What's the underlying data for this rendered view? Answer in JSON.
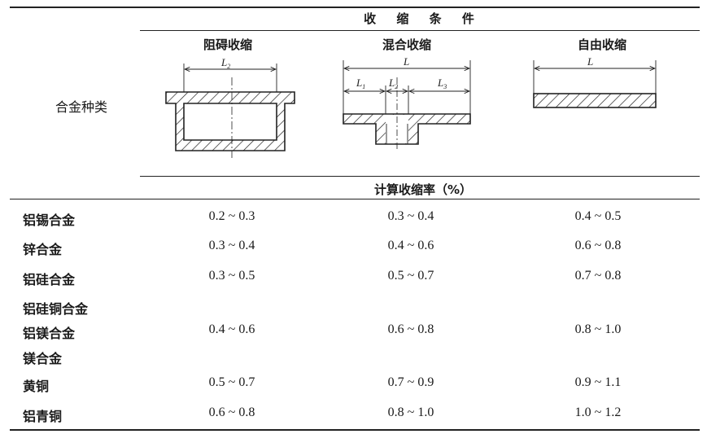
{
  "header": {
    "conditions_title": "收 缩 条 件",
    "alloy_type": "合金种类",
    "columns": [
      "阻碍收缩",
      "混合收缩",
      "自由收缩"
    ],
    "rate_title": "计算收缩率（%）"
  },
  "diagram_labels": {
    "hindered": {
      "l": "L",
      "sub": "2"
    },
    "mixed": {
      "l_total": "L",
      "l1": "L",
      "l1_sub": "1",
      "l2": "L",
      "l2_sub": "2",
      "l3": "L",
      "l3_sub": "3"
    },
    "free": {
      "l": "L"
    }
  },
  "rows": [
    {
      "alloys": [
        "铝锡合金"
      ],
      "values": [
        "0.2 ~ 0.3",
        "0.3 ~ 0.4",
        "0.4 ~ 0.5"
      ]
    },
    {
      "alloys": [
        "锌合金"
      ],
      "values": [
        "0.3 ~ 0.4",
        "0.4 ~ 0.6",
        "0.6 ~ 0.8"
      ]
    },
    {
      "alloys": [
        "铝硅合金"
      ],
      "values": [
        "0.3 ~ 0.5",
        "0.5 ~ 0.7",
        "0.7 ~ 0.8"
      ]
    },
    {
      "alloys": [
        "铝硅铜合金",
        "铝镁合金",
        "镁合金"
      ],
      "values": [
        "0.4 ~ 0.6",
        "0.6 ~ 0.8",
        "0.8 ~ 1.0"
      ]
    },
    {
      "alloys": [
        "黄铜"
      ],
      "values": [
        "0.5 ~ 0.7",
        "0.7 ~ 0.9",
        "0.9 ~ 1.1"
      ]
    },
    {
      "alloys": [
        "铝青铜"
      ],
      "values": [
        "0.6 ~ 0.8",
        "0.8 ~ 1.0",
        "1.0 ~ 1.2"
      ]
    }
  ]
}
